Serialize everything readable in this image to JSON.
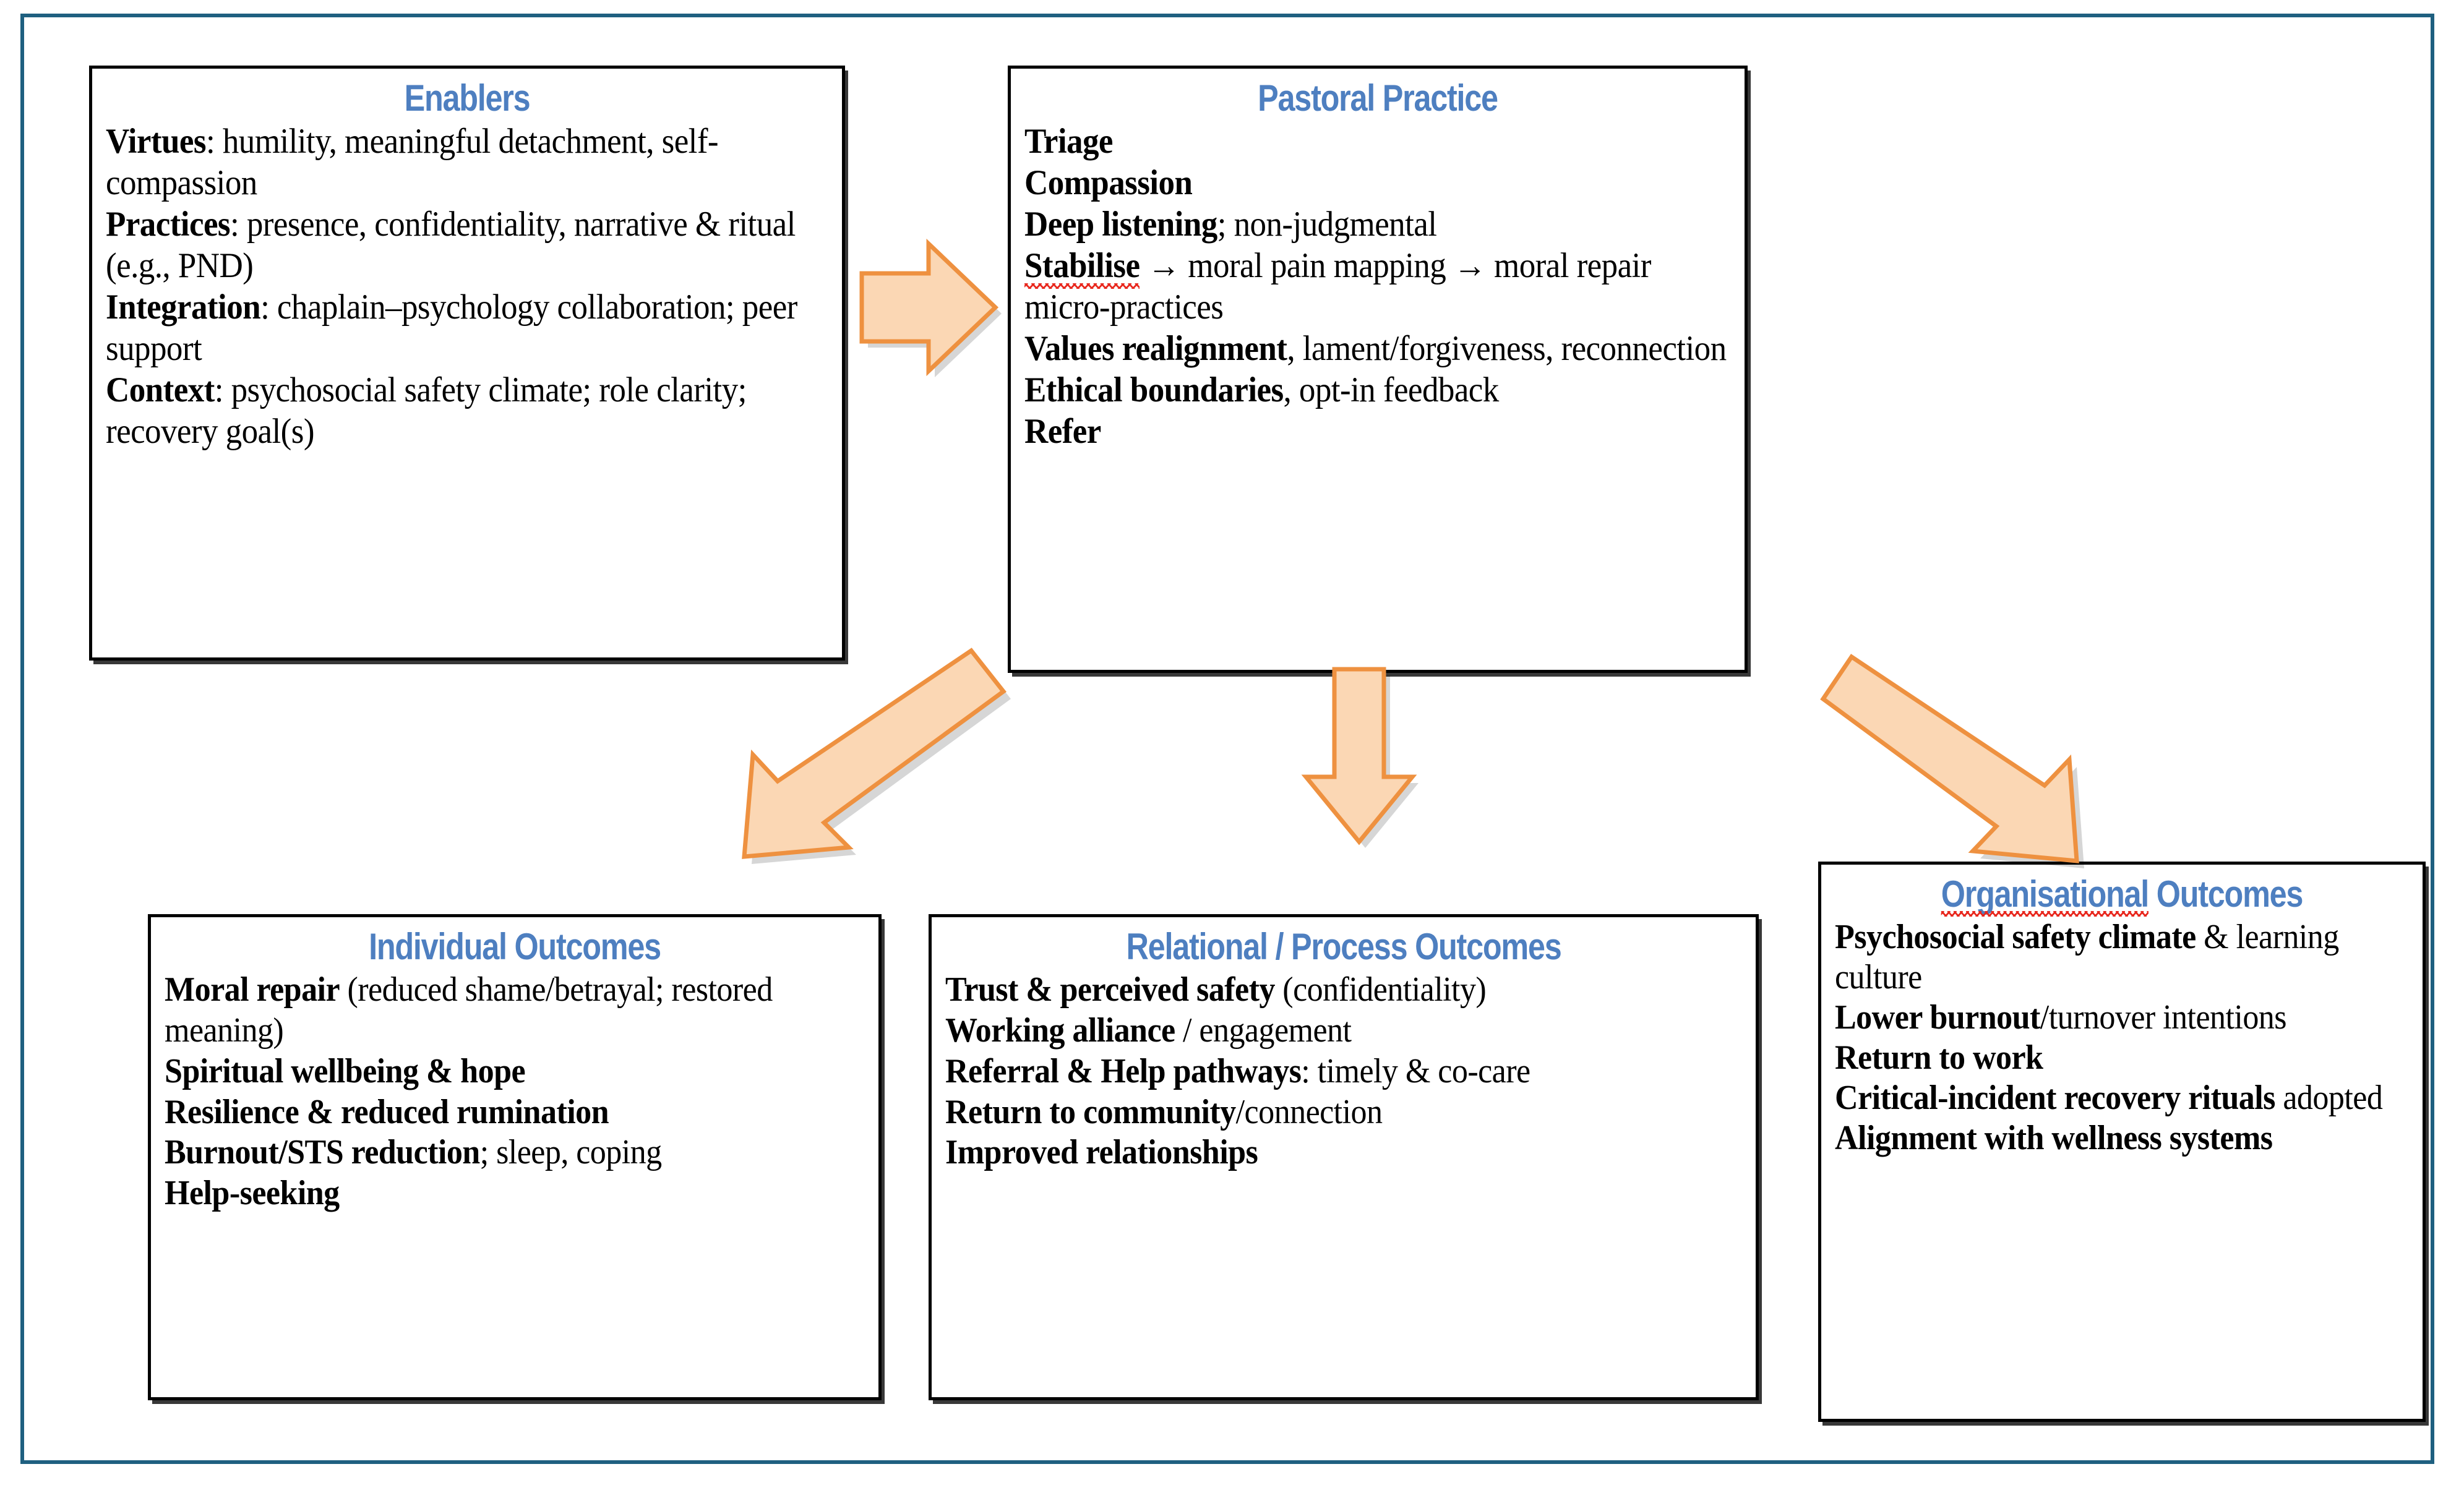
{
  "diagram": {
    "frame_color": "#1F6080",
    "heading_color": "#4E7FC0",
    "arrow_fill": "#FBD7B4",
    "arrow_stroke": "#EE9140",
    "box_border_color": "#000000"
  },
  "boxes": {
    "enablers": {
      "title": "Enablers",
      "lines": [
        {
          "bold": "Virtues",
          "rest": ": humility, meaningful detachment, self-compassion"
        },
        {
          "bold": "Practices",
          "rest": ": presence, confidentiality, narrative & ritual (e.g., PND)"
        },
        {
          "bold": "Integration",
          "rest": ": chaplain–psychology collaboration; peer support"
        },
        {
          "bold": "Context",
          "rest": ": psychosocial safety climate; role clarity; recovery goal(s)"
        }
      ]
    },
    "pastoral": {
      "title": "Pastoral Practice",
      "lines": [
        {
          "bold": "Triage",
          "rest": ""
        },
        {
          "bold": "Compassion",
          "rest": ""
        },
        {
          "bold": "Deep listening",
          "rest": "; non-judgmental"
        },
        {
          "bold": "Stabilise",
          "rest": " → moral pain mapping → moral repair micro-practices",
          "misspelled": true
        },
        {
          "bold": "Values realignment",
          "rest": ", lament/forgiveness, reconnection"
        },
        {
          "bold": "Ethical boundaries",
          "rest": ", opt-in feedback"
        },
        {
          "bold": "Refer",
          "rest": ""
        }
      ]
    },
    "individual": {
      "title": "Individual Outcomes",
      "lines": [
        {
          "bold": "Moral repair",
          "rest": " (reduced shame/betrayal; restored meaning)"
        },
        {
          "bold": "Spiritual wellbeing & hope",
          "rest": ""
        },
        {
          "bold": "Resilience & reduced rumination",
          "rest": ""
        },
        {
          "bold": "Burnout/STS reduction",
          "rest": "; sleep, coping"
        },
        {
          "bold": "Help-seeking",
          "rest": ""
        }
      ]
    },
    "relational": {
      "title": "Relational / Process Outcomes",
      "lines": [
        {
          "bold": "Trust & perceived safety",
          "rest": " (confidentiality)"
        },
        {
          "bold": "Working alliance",
          "rest": " / engagement"
        },
        {
          "bold": "Referral & Help pathways",
          "rest": ": timely & co-care"
        },
        {
          "bold": "Return to community",
          "rest": "/connection"
        },
        {
          "bold": "Improved relationships",
          "rest": ""
        }
      ]
    },
    "organisational": {
      "title_misspelled_word": "Organisational",
      "title_rest": " Outcomes",
      "lines": [
        {
          "bold": "Psychosocial safety climate",
          "rest": " & learning culture"
        },
        {
          "bold": "Lower burnout",
          "rest": "/turnover intentions"
        },
        {
          "bold": "Return to work",
          "rest": ""
        },
        {
          "bold": "Critical-incident recovery rituals",
          "rest": " adopted"
        },
        {
          "bold": "Alignment with wellness systems",
          "rest": ""
        }
      ]
    }
  },
  "arrows": [
    {
      "name": "enablers-to-pastoral",
      "direction": "right"
    },
    {
      "name": "pastoral-to-individual",
      "direction": "down-left"
    },
    {
      "name": "pastoral-to-relational",
      "direction": "down"
    },
    {
      "name": "pastoral-to-organisational",
      "direction": "down-right"
    }
  ]
}
